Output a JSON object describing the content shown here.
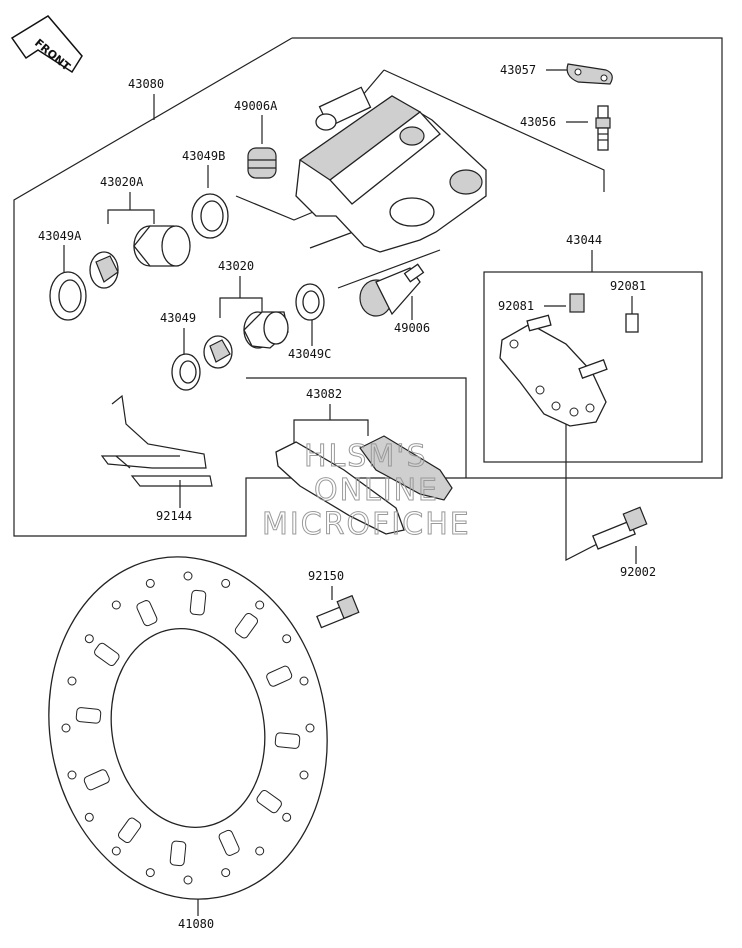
{
  "orientation_label": "FRONT",
  "parts": {
    "caliper_assy": "43080",
    "bracket_plate": "43057",
    "bleeder_valve": "43056",
    "pin_boot_a": "49006A",
    "seal_b": "43049B",
    "piston_a": "43020A",
    "seal_a": "43049A",
    "piston": "43020",
    "seal": "43049",
    "seal_c": "43049C",
    "pin_boot": "49006",
    "holder": "43044",
    "clip_left": "92081",
    "clip_right": "92081",
    "pad_set": "43082",
    "spring": "92144",
    "bolt_caliper": "92002",
    "bolt_disc": "92150",
    "disc": "41080"
  },
  "watermark": [
    "HLSM'S",
    "ONLINE",
    "MICROFICHE"
  ]
}
